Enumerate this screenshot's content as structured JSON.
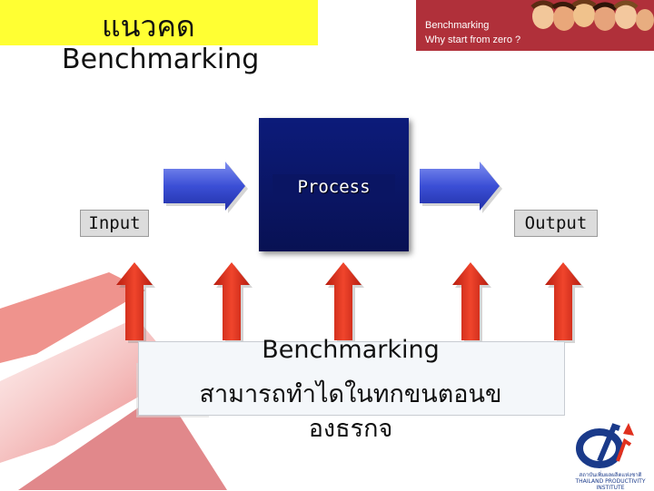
{
  "title": {
    "thai": "แนวคด",
    "english": "Benchmarking"
  },
  "banner": {
    "line1": "Benchmarking",
    "line2": "Why start from zero ?"
  },
  "diagram": {
    "process": "Process",
    "input": "Input",
    "output": "Output"
  },
  "callout": {
    "line1": "Benchmarking",
    "line2": "สามารถทำไดในทกขนตอนข",
    "line3": "องธรกจ"
  },
  "colors": {
    "title_band": "#ffff33",
    "banner": "#b0303a",
    "process_box": "#0c1b7a",
    "blue_arrow": "#3b4fd6",
    "red_arrow": "#e0301e"
  },
  "logo": {
    "text_line1": "สถาบันเพิ่มผลผลิตแห่งชาติ",
    "text_line2": "THAILAND PRODUCTIVITY INSTITUTE"
  }
}
